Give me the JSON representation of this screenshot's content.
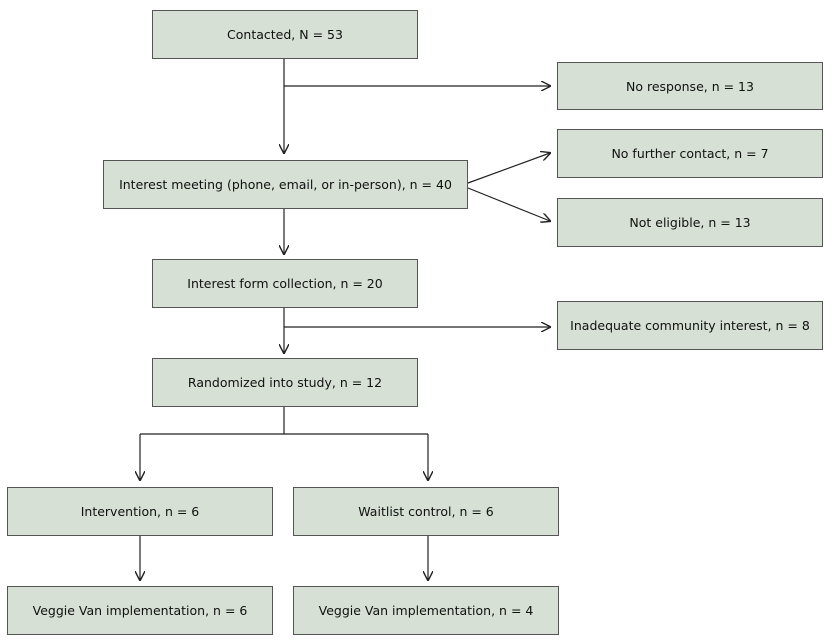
{
  "colors": {
    "box_fill": "#d6e0d4",
    "box_border": "#555555",
    "line": "#222222"
  },
  "boxes": {
    "contacted": "Contacted, N = 53",
    "no_response": "No response, n = 13",
    "interest_meeting": "Interest meeting (phone, email, or in-person), n = 40",
    "no_further_contact": "No further contact, n = 7",
    "not_eligible": "Not eligible, n = 13",
    "interest_form": "Interest form collection, n = 20",
    "inadequate_interest": "Inadequate community interest, n = 8",
    "randomized": "Randomized into study, n = 12",
    "intervention": "Intervention, n = 6",
    "waitlist": "Waitlist control, n = 6",
    "implementation_intervention": "Veggie Van implementation, n = 6",
    "implementation_waitlist": "Veggie Van implementation, n = 4"
  }
}
